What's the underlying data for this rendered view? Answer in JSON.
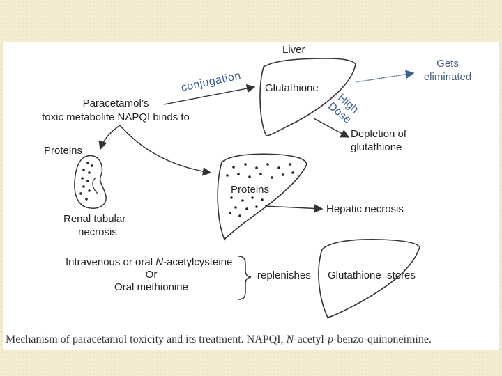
{
  "labels": {
    "liver": "Liver",
    "glutathione": "Glutathione",
    "gets_eliminated": "Gets eliminated",
    "conjugation": "conjugation",
    "high": "High",
    "dose": "Dose",
    "napqi_line1": "Paracetamol’s",
    "napqi_line2": "toxic metabolite NAPQI binds to",
    "depletion_line1": "Depletion of",
    "depletion_line2": "glutathione",
    "proteins_left": "Proteins",
    "proteins_liver": "Proteins",
    "renal_line1": "Renal tubular",
    "renal_line2": "necrosis",
    "hepatic_necrosis": "Hepatic necrosis",
    "treat_line1_prefix": "Intravenous or oral ",
    "treat_line1_italic": "N",
    "treat_line1_suffix": "-acetylcysteine",
    "treat_or": "Or",
    "treat_line3": "Oral methionine",
    "replenishes": "replenishes",
    "glutathione_stores": "Glutathione  stores"
  },
  "caption": {
    "part1": "Mechanism of paracetamol toxicity and its treatment. NAPQI, ",
    "n_italic": "N",
    "part2": "-acetyl-",
    "p_italic": "p",
    "part3": "-benzo-quinoneimine."
  },
  "colors": {
    "accent_blue": "#3d5f8f",
    "line": "#333333"
  }
}
